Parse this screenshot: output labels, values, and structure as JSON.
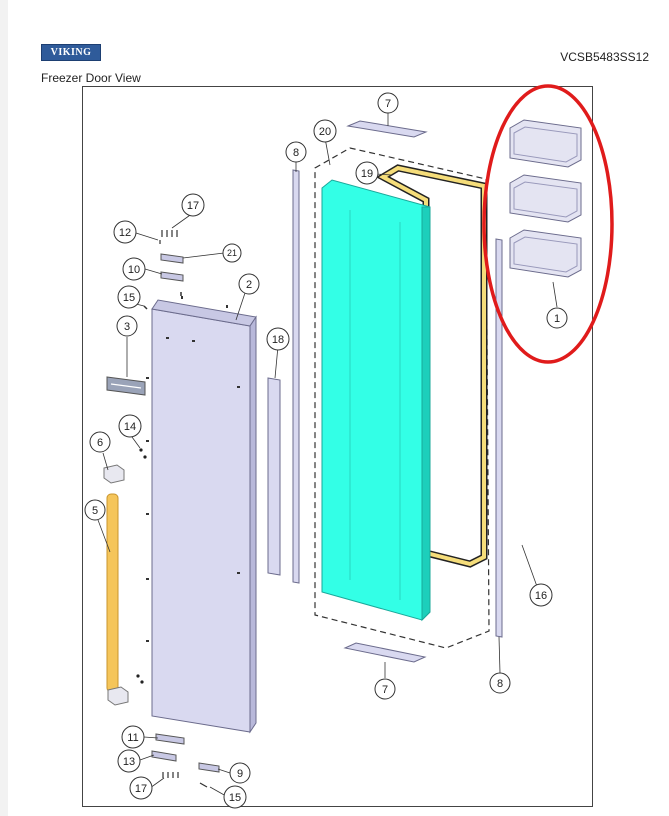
{
  "header": {
    "brand": "VIKING",
    "model_number": "VCSB5483SS12",
    "view_title": "Freezer Door View"
  },
  "callouts": [
    {
      "id": "c1",
      "label": "1"
    },
    {
      "id": "c2",
      "label": "2"
    },
    {
      "id": "c3",
      "label": "3"
    },
    {
      "id": "c5",
      "label": "5"
    },
    {
      "id": "c6",
      "label": "6"
    },
    {
      "id": "c7a",
      "label": "7"
    },
    {
      "id": "c7b",
      "label": "7"
    },
    {
      "id": "c8a",
      "label": "8"
    },
    {
      "id": "c8b",
      "label": "8"
    },
    {
      "id": "c9",
      "label": "9"
    },
    {
      "id": "c10",
      "label": "10"
    },
    {
      "id": "c11",
      "label": "11"
    },
    {
      "id": "c12",
      "label": "12"
    },
    {
      "id": "c13",
      "label": "13"
    },
    {
      "id": "c14",
      "label": "14"
    },
    {
      "id": "c15a",
      "label": "15"
    },
    {
      "id": "c15b",
      "label": "15"
    },
    {
      "id": "c16",
      "label": "16"
    },
    {
      "id": "c17a",
      "label": "17"
    },
    {
      "id": "c17b",
      "label": "17"
    },
    {
      "id": "c18",
      "label": "18"
    },
    {
      "id": "c19",
      "label": "19"
    },
    {
      "id": "c20",
      "label": "20"
    },
    {
      "id": "c21",
      "label": "21"
    }
  ],
  "colors": {
    "door_panel": "#d9d9f0",
    "inner_liner": "#33ffe6",
    "gasket": "#f5dd7a",
    "handle": "#f5c55a",
    "highlight_ellipse": "#e01b1b"
  }
}
